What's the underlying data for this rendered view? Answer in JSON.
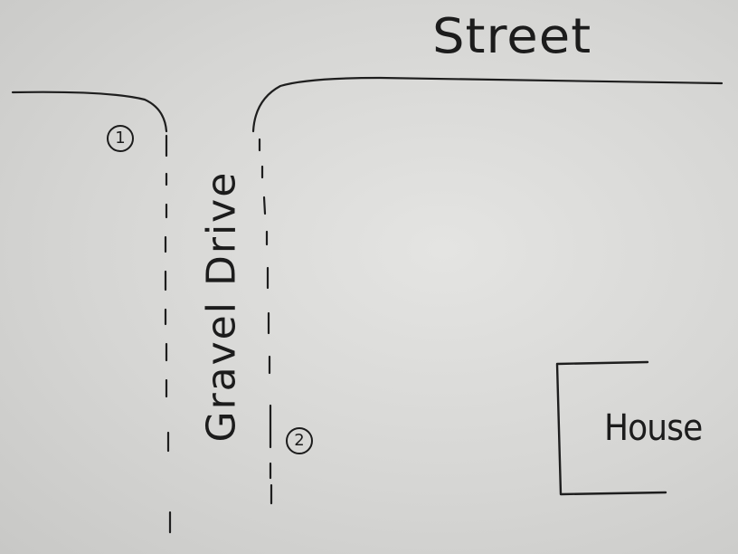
{
  "labels": {
    "street": "Street",
    "gravel_drive": "Gravel Drive",
    "house": "House"
  },
  "markers": [
    "1",
    "2"
  ],
  "colors": {
    "ink": "#1e1e1e",
    "whiteboard": "#dcdcda"
  }
}
